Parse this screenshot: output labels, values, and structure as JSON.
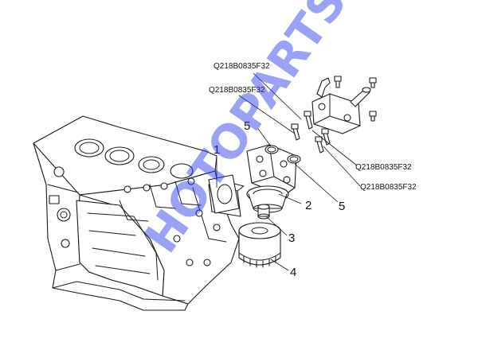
{
  "callouts": {
    "c1": "1",
    "c2": "2",
    "c3": "3",
    "c4": "4",
    "c5a": "5",
    "c5b": "5"
  },
  "part_codes": {
    "p1": "Q218B0835F32",
    "p2": "Q218B0835F32",
    "p3": "Q218B0835F32",
    "p4": "Q218B0835F32"
  },
  "watermark": "HOTOPARTS",
  "colors": {
    "watermark": "#2233ee",
    "line": "#1a1a1a",
    "background": "#ffffff"
  }
}
